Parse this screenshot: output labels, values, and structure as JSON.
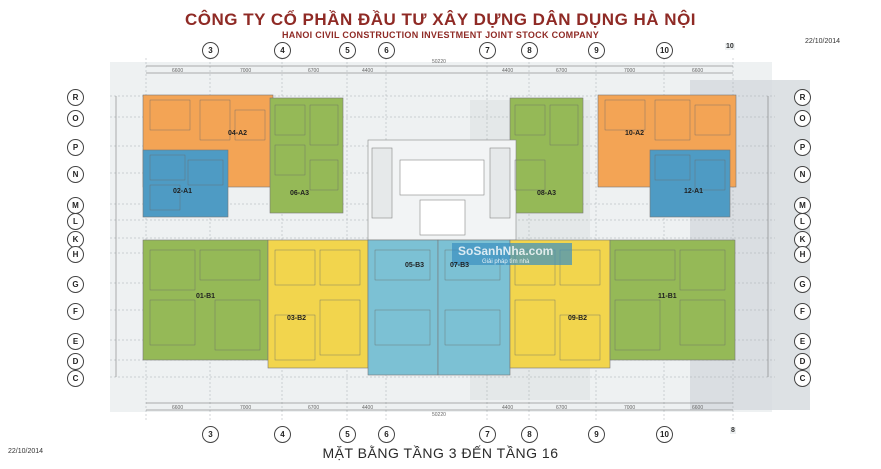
{
  "header": {
    "title": "CÔNG TY CỔ PHẦN ĐẦU TƯ XÂY DỰNG DÂN DỤNG HÀ NỘI",
    "subtitle": "HANOI CIVIL CONSTRUCTION INVESTMENT JOINT STOCK COMPANY"
  },
  "footer": {
    "title": "MẶT BẰNG TẦNG 3 ĐẾN TẦNG 16",
    "date_left": "22/10/2014",
    "date_right": "22/10/2014"
  },
  "badges": {
    "top": "10",
    "bottom": "8"
  },
  "column_axes": [
    "3",
    "4",
    "5",
    "6",
    "7",
    "8",
    "9",
    "10"
  ],
  "row_axes": [
    "R",
    "O",
    "P",
    "N",
    "M",
    "L",
    "K",
    "H",
    "G",
    "F",
    "E",
    "D",
    "C"
  ],
  "dimensions": {
    "top": [
      "6600",
      "7000",
      "6700",
      "4400",
      "4400",
      "6700",
      "7000",
      "6600"
    ],
    "total": "50220"
  },
  "units": [
    "04-A2",
    "02-A1",
    "06-A3",
    "08-A3",
    "10-A2",
    "12-A1",
    "01-B1",
    "03-B2",
    "05-B3",
    "07-B3",
    "09-B2",
    "11-B1"
  ],
  "watermark": {
    "brand": "SoSanhNha.com",
    "tagline": "Giải pháp tìm nhà"
  },
  "colors": {
    "orange": "#f3a455",
    "blue": "#4e9bc4",
    "green": "#95b957",
    "yellow": "#f2d54d",
    "cyan": "#7cc1d4",
    "title": "#8f2a25"
  }
}
